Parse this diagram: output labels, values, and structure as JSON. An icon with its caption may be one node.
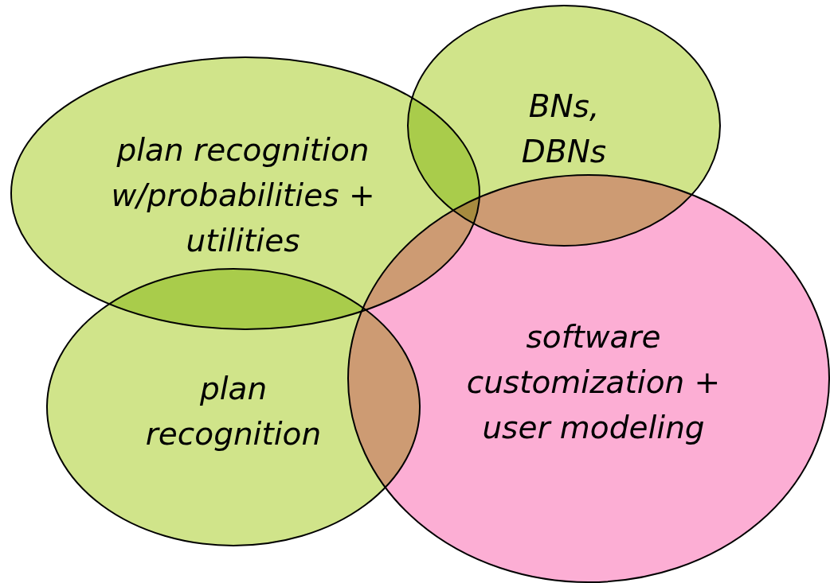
{
  "diagram": {
    "nodes": [
      {
        "text": [
          "plan recognition w/probabilities + utilities"
        ]
      },
      {
        "text": [
          "BNs, DBNs"
        ]
      },
      {
        "text": [
          "plan recognition"
        ]
      },
      {
        "text": [
          "software customization + user modeling"
        ]
      }
    ]
  }
}
